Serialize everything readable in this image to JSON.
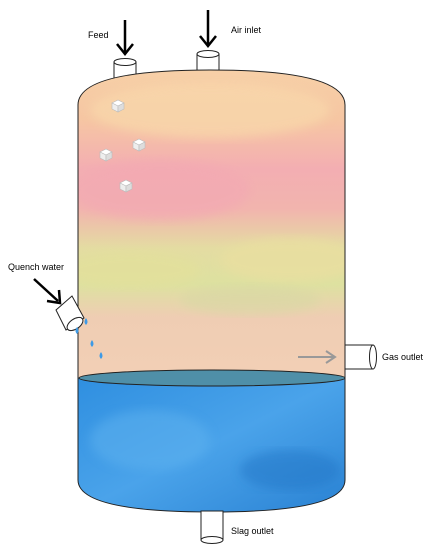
{
  "labels": {
    "feed": "Feed",
    "air_inlet": "Air inlet",
    "quench_water": "Quench water",
    "gas_outlet": "Gas outlet",
    "slag_outlet": "Slag outlet"
  },
  "colors": {
    "top_zone": "#f6c9a2",
    "pink_zone": "#f3aeb3",
    "yellow_zone": "#dfe3a3",
    "lower_zone": "#f2cdb2",
    "water": "#3d9ae6",
    "water_dark": "#2b7fd0",
    "arrow_dark": "#000000",
    "arrow_gray": "#999999",
    "droplet": "#3d9ae6"
  }
}
